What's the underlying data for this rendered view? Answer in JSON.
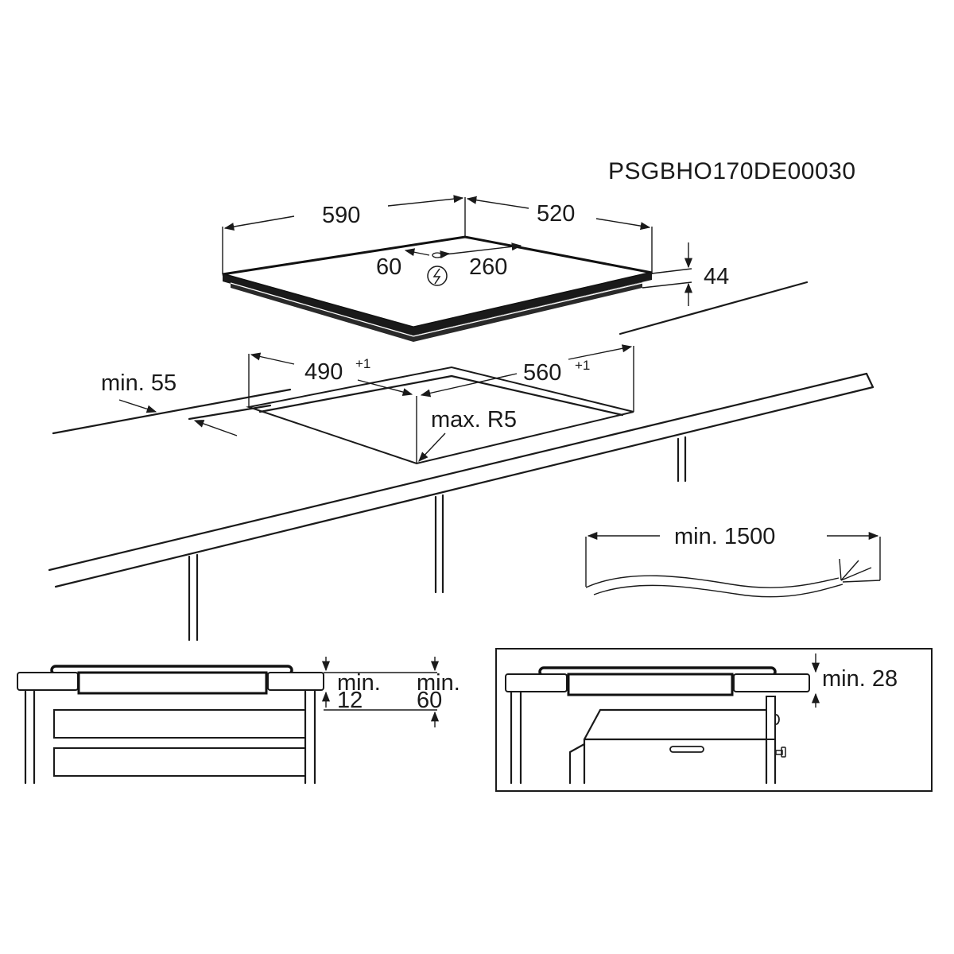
{
  "diagram": {
    "code": "PSGBHO170DE00030",
    "hob": {
      "width": "590",
      "depth": "520",
      "height": "44",
      "connection_offset_left": "60",
      "connection_offset_right": "260",
      "connection_icon": "electric-bolt-icon"
    },
    "cutout": {
      "width": "490",
      "width_tolerance": "+1",
      "depth": "560",
      "depth_tolerance": "+1",
      "corner_radius": "max. R5",
      "front_edge_distance": "min. 55"
    },
    "cable": {
      "length": "min. 1500"
    },
    "section_drawers": {
      "gap_top_label": "min.",
      "gap_top_value": "12",
      "gap_total_label": "min.",
      "gap_total_value": "60"
    },
    "section_oven": {
      "gap": "min. 28"
    },
    "colors": {
      "line": "#1a1a1a",
      "background": "#ffffff"
    }
  }
}
